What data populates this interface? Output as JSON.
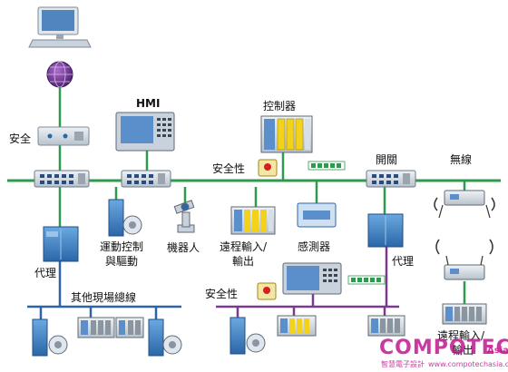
{
  "labels": {
    "safety_left": "安全",
    "hmi": "HMI",
    "controller": "控制器",
    "safety_top": "安全性",
    "switch": "開關",
    "wireless": "無線",
    "motion_control": "運動控制",
    "drive": "與驅動",
    "robot": "機器人",
    "remote_io_1": "遠程輸入/",
    "remote_io_2": "輸出",
    "sensor": "感測器",
    "proxy_left": "代理",
    "proxy_right": "代理",
    "fieldbus": "其他現場總線",
    "safety_bottom": "安全性",
    "remote_io_r1": "遠程輸入/",
    "remote_io_r2": "輸出"
  },
  "watermark": {
    "main": "COMPOTECH",
    "asia": "Asia",
    "sub": "智慧電子設計",
    "url": "www.compotechasia.com"
  },
  "colors": {
    "ethernet": "#2e9a4e",
    "fieldbus": "#2f63a8",
    "profisafe": "#7a3b8f",
    "device_blue": "#3a7fc4",
    "switch_gray": "#cfd6de",
    "io_yellow": "#f2d21a",
    "watermark": "#c01890"
  }
}
